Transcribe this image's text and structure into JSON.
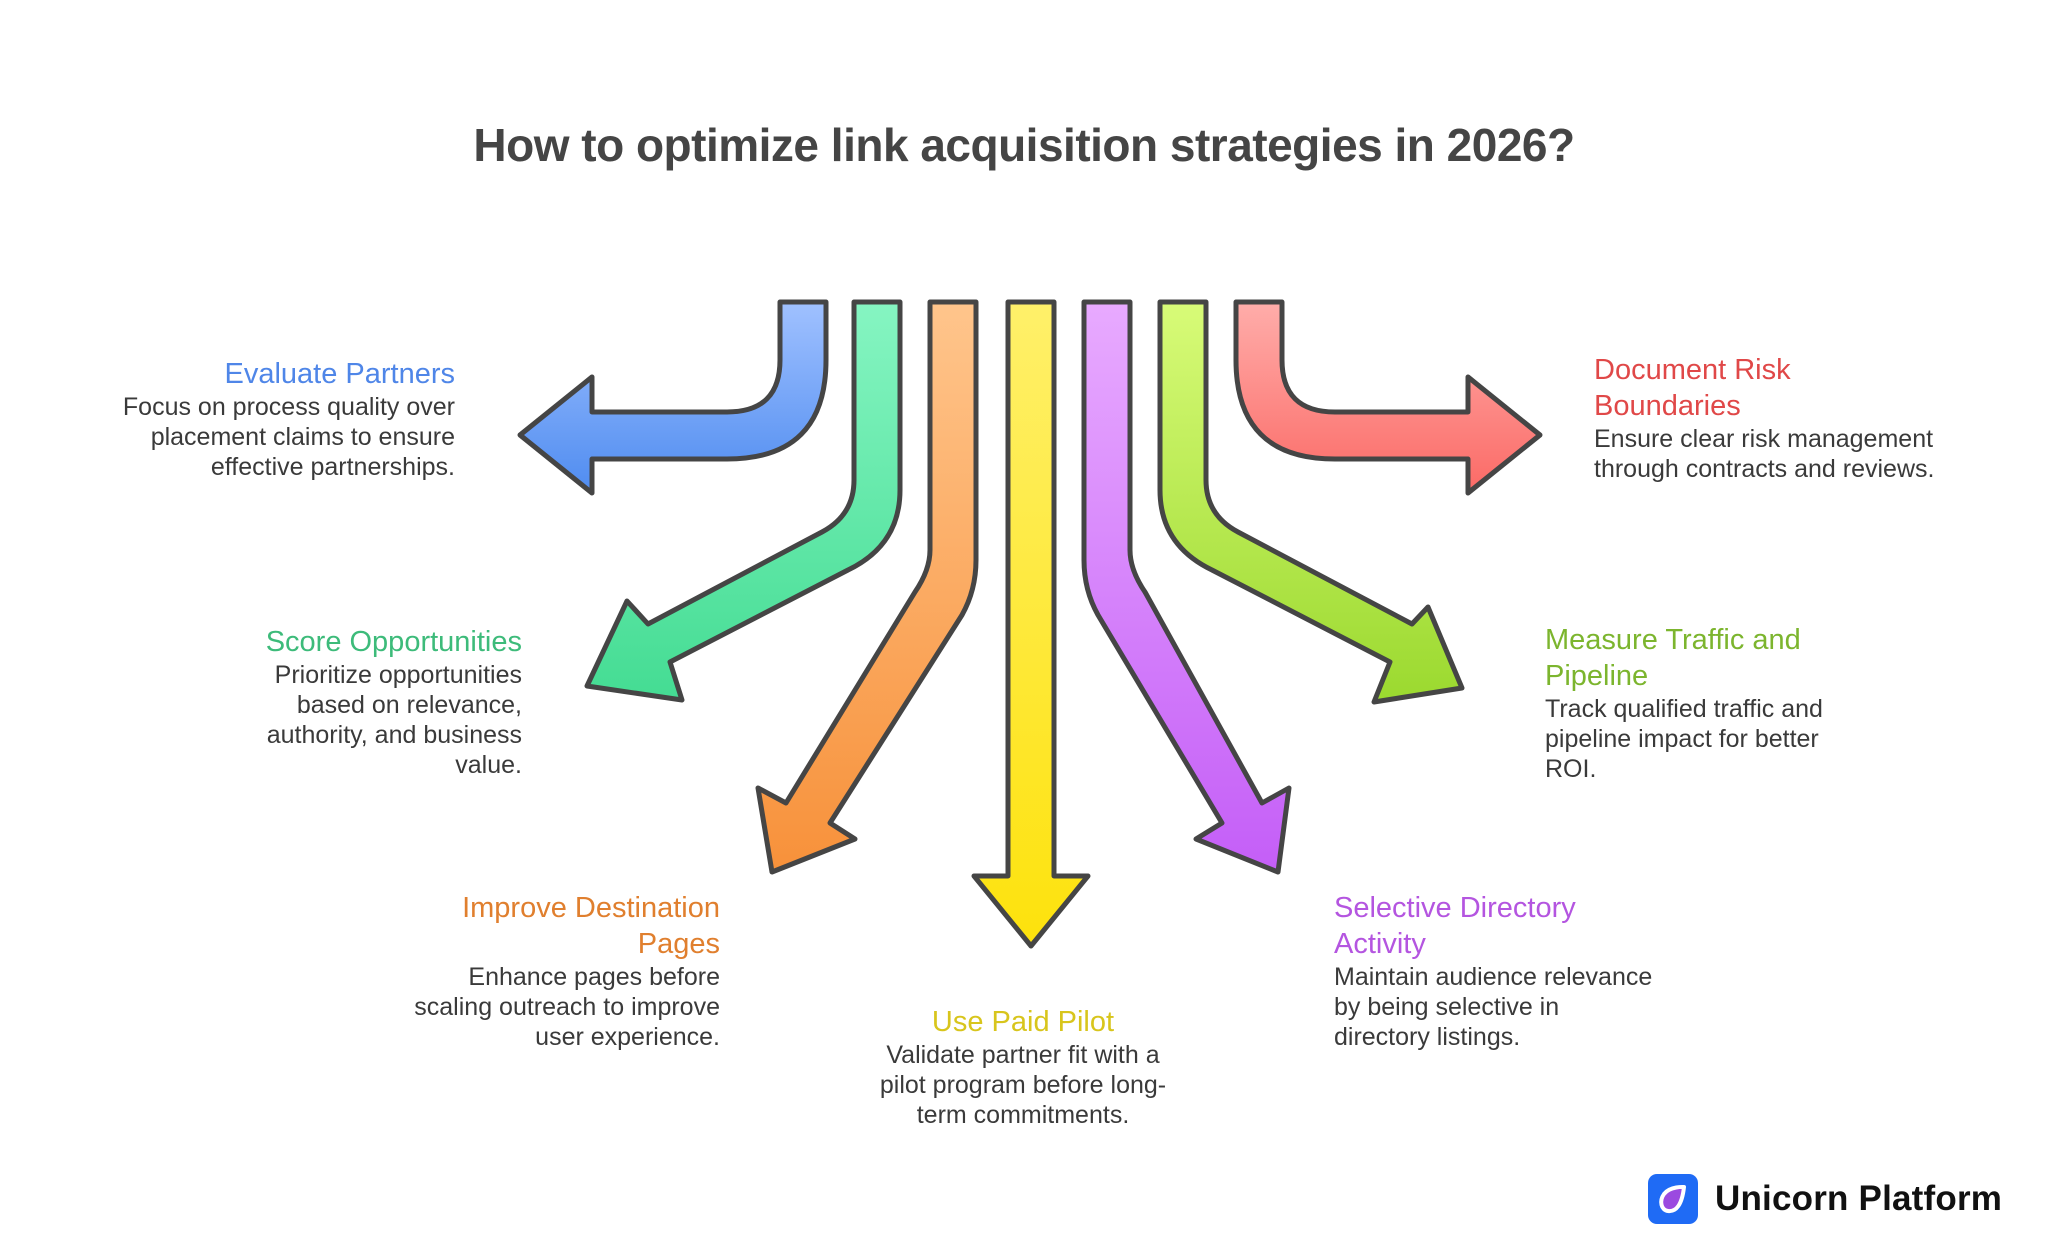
{
  "title": "How to optimize link acquisition strategies in 2026?",
  "colors": {
    "title": "#454545",
    "outline": "#454545",
    "blue": "#4f86e8",
    "green": "#3dbb7a",
    "orange": "#e07f2e",
    "yellow": "#d8c51c",
    "purple": "#b455e0",
    "lime": "#7cb52e",
    "red": "#e04848"
  },
  "items": [
    {
      "id": "evaluate",
      "color": "blue",
      "heading": "Evaluate Partners",
      "heading_lines": [
        "Evaluate Partners"
      ],
      "desc_lines": [
        "Focus on process quality over",
        "placement claims to ensure",
        "effective partnerships."
      ]
    },
    {
      "id": "score",
      "color": "green",
      "heading": "Score Opportunities",
      "heading_lines": [
        "Score Opportunities"
      ],
      "desc_lines": [
        "Prioritize opportunities",
        "based on relevance,",
        "authority, and business",
        "value."
      ]
    },
    {
      "id": "improve",
      "color": "orange",
      "heading": "Improve Destination Pages",
      "heading_lines": [
        "Improve Destination",
        "Pages"
      ],
      "desc_lines": [
        "Enhance pages before",
        "scaling outreach to improve",
        "user experience."
      ]
    },
    {
      "id": "pilot",
      "color": "yellow",
      "heading": "Use Paid Pilot",
      "heading_lines": [
        "Use Paid Pilot"
      ],
      "desc_lines": [
        "Validate partner fit with a",
        "pilot program before long-",
        "term commitments."
      ]
    },
    {
      "id": "directory",
      "color": "purple",
      "heading": "Selective Directory Activity",
      "heading_lines": [
        "Selective Directory",
        "Activity"
      ],
      "desc_lines": [
        "Maintain audience relevance",
        "by being selective in",
        "directory listings."
      ]
    },
    {
      "id": "measure",
      "color": "lime",
      "heading": "Measure Traffic and Pipeline",
      "heading_lines": [
        "Measure Traffic and",
        "Pipeline"
      ],
      "desc_lines": [
        "Track qualified traffic and",
        "pipeline impact for better",
        "ROI."
      ]
    },
    {
      "id": "risk",
      "color": "red",
      "heading": "Document Risk Boundaries",
      "heading_lines": [
        "Document Risk",
        "Boundaries"
      ],
      "desc_lines": [
        "Ensure clear risk management",
        "through contracts and reviews."
      ]
    }
  ],
  "brand": {
    "name": "Unicorn Platform",
    "icon": "droplet-logo-icon"
  }
}
